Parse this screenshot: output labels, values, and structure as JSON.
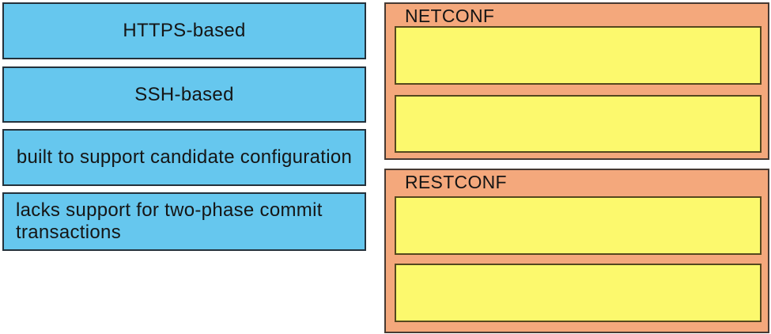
{
  "options": [
    {
      "label": "HTTPS-based"
    },
    {
      "label": "SSH-based"
    },
    {
      "label": "built to support candidate configuration"
    },
    {
      "label": "lacks support for two-phase commit transactions"
    }
  ],
  "groups": [
    {
      "title": "NETCONF"
    },
    {
      "title": "RESTCONF"
    }
  ],
  "colors": {
    "option_fill": "#66C7EE",
    "option_border": "#24313B",
    "group_fill": "#F4A87C",
    "group_border": "#473A33",
    "slot_fill": "#FCF96D",
    "slot_border": "#55481E",
    "text": "#151515",
    "background": "#FFFFFF"
  }
}
